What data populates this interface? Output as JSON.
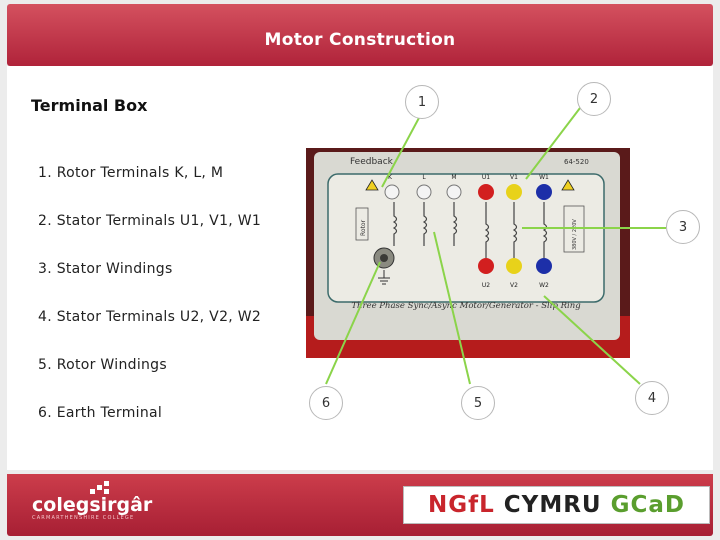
{
  "header": {
    "title": "Motor Construction"
  },
  "section": {
    "title": "Terminal Box"
  },
  "items": [
    "1. Rotor Terminals K, L, M",
    "2. Stator Terminals U1, V1, W1",
    "3. Stator Windings",
    "4. Stator Terminals U2, V2, W2",
    "5. Rotor Windings",
    "6. Earth Terminal"
  ],
  "callouts": [
    "1",
    "2",
    "3",
    "4",
    "5",
    "6"
  ],
  "photo": {
    "brand": "Feedback",
    "model": "64-520",
    "terminal_top": [
      "K",
      "L",
      "M",
      "U1",
      "V1",
      "W1"
    ],
    "terminal_bottom": [
      "U2",
      "V2",
      "W2"
    ],
    "side_left": "Rotor",
    "side_right": "380V / 220V",
    "caption": "Three Phase Sync/Async Motor/Generator - Slip Ring"
  },
  "footer": {
    "logo": "colegsirgâr",
    "logo_sub": "CARMARTHENSHIRE COLLEGE",
    "partner_ngfl": "NGfL",
    "partner_cymru": "CYMRU",
    "partner_gcad": "GCaD"
  },
  "colors": {
    "header": "#b52a3e",
    "red_terminal": "#d21f1f",
    "yellow_terminal": "#e8d21a",
    "blue_terminal": "#1d2fa8",
    "callout_line": "#8bd44a"
  }
}
